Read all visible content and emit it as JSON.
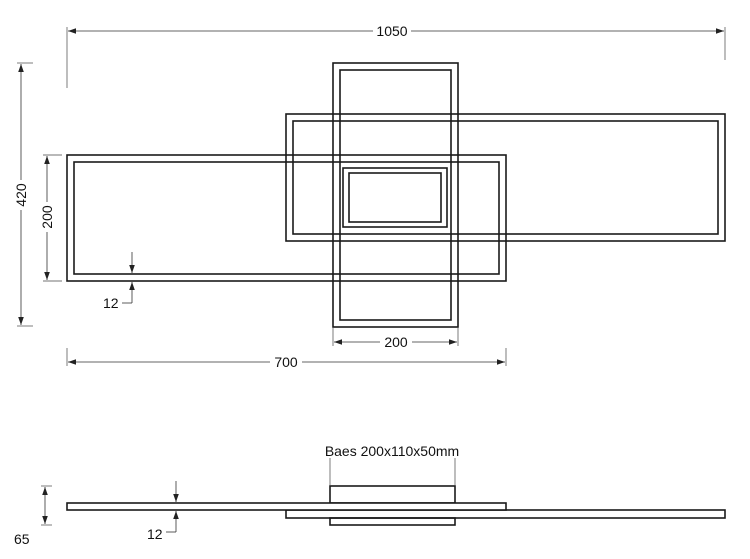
{
  "dimensions": {
    "overall_length": "1050",
    "overall_width": "420",
    "inner_height": "200",
    "frame_thickness": "12",
    "cross_width": "200",
    "left_frame_length": "700",
    "side_profile_height": "65",
    "side_frame_thickness": "12"
  },
  "base_label": "Baes 200x110x50mm"
}
